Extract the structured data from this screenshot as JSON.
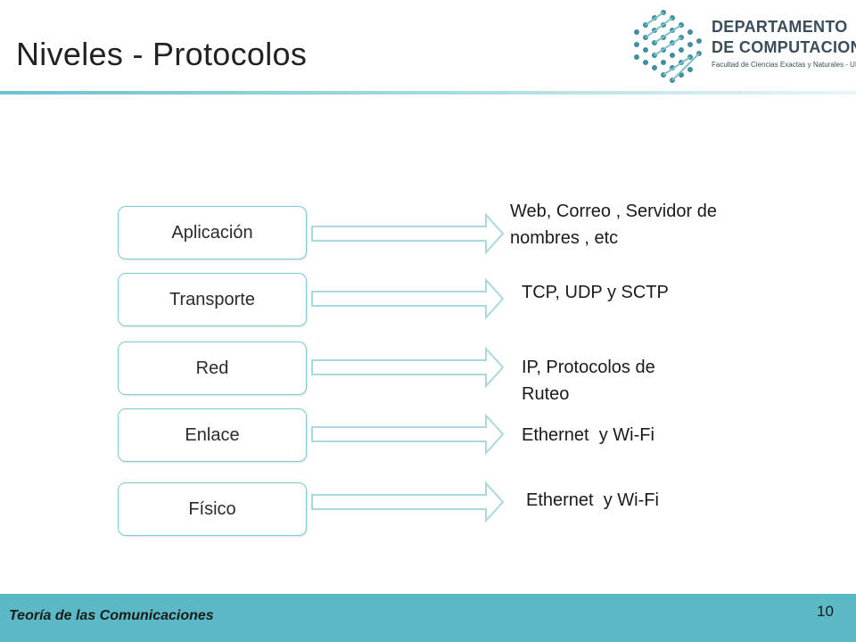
{
  "slide": {
    "title": "Niveles - Protocolos",
    "logo": {
      "line1": "DEPARTAMENTO",
      "line2": "DE COMPUTACION",
      "line3": "Facultad de Ciencias Exactas y Naturales - UBA"
    },
    "layers": [
      {
        "label": "Aplicación",
        "protocols": [
          "Web, Correo , Servidor de",
          "nombres , etc"
        ]
      },
      {
        "label": "Transporte",
        "protocols": [
          "TCP, UDP y SCTP"
        ]
      },
      {
        "label": "Red",
        "protocols": [
          "IP, Protocolos de",
          "Ruteo"
        ]
      },
      {
        "label": "Enlace",
        "protocols": [
          "Ethernet  y Wi-Fi"
        ]
      },
      {
        "label": "Físico",
        "protocols": [
          "Ethernet  y Wi-Fi"
        ]
      }
    ],
    "footer": {
      "course": "Teoría de las Comunicaciones",
      "page_number": "10"
    }
  },
  "colors": {
    "accent": "#5ab9c4",
    "box_border": "#7ec9d3",
    "arrow_stroke": "#a9d9e0",
    "logo_text": "#3a4d5a"
  }
}
